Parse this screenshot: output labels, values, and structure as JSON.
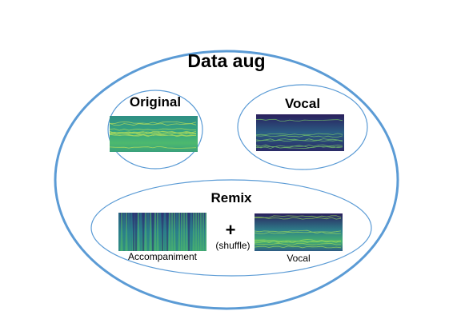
{
  "diagram": {
    "title": "Data aug",
    "original": {
      "label": "Original"
    },
    "vocal": {
      "label": "Vocal"
    },
    "remix": {
      "label": "Remix",
      "accompaniment_caption": "Accompaniment",
      "vocal_caption": "Vocal",
      "operator": "+",
      "shuffle_note": "(shuffle)"
    }
  },
  "colors": {
    "ellipse_stroke": "#5b9bd5",
    "outer_ellipse_stroke": "#5b9bd5",
    "spectrogram_low": "#2d1a5e",
    "spectrogram_mid": "#2a8c8a",
    "spectrogram_high": "#6ccf5c"
  },
  "icons": {
    "original_spectrogram": "spectrogram-image",
    "vocal_spectrogram": "spectrogram-image",
    "accompaniment_spectrogram": "spectrogram-image",
    "remix_vocal_spectrogram": "spectrogram-image",
    "plus": "plus-icon"
  }
}
